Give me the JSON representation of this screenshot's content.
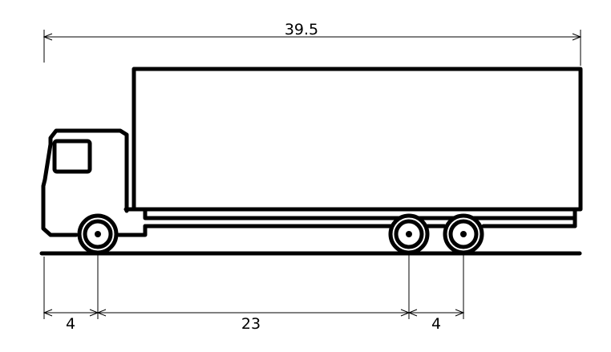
{
  "dimensions": {
    "overall_length": "39.5",
    "front_overhang": "4",
    "wheelbase": "23",
    "tandem_spacing": "4"
  },
  "colors": {
    "stroke": "#000000",
    "background": "#ffffff"
  }
}
